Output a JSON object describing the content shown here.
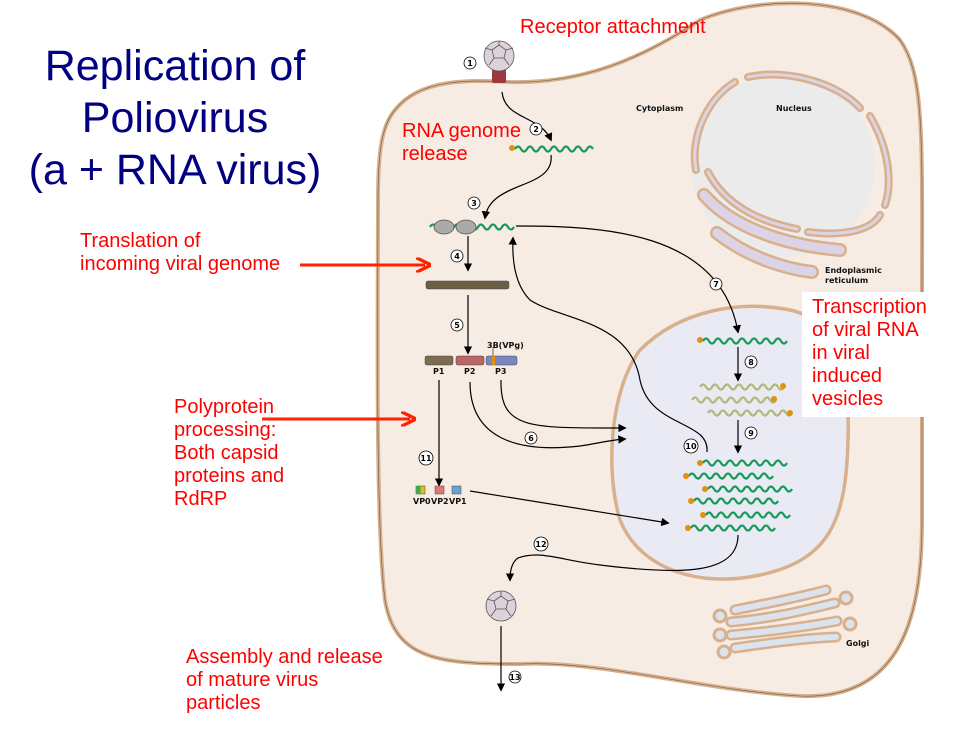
{
  "title": {
    "lines": [
      "Replication of",
      "Poliovirus",
      "(a + RNA virus)"
    ]
  },
  "annotations": {
    "receptor_attachment": "Receptor attachment",
    "rna_genome_release": [
      "RNA genome",
      "release"
    ],
    "translation": [
      "Translation of",
      "incoming viral genome"
    ],
    "polyprotein": [
      "Polyprotein",
      "processing:",
      "Both capsid",
      "proteins and",
      "RdRP"
    ],
    "transcription": [
      "Transcription",
      "of viral RNA",
      "in viral",
      "induced",
      "vesicles"
    ],
    "assembly": [
      "Assembly and release",
      "of mature virus",
      "particles"
    ]
  },
  "diagram_labels": {
    "cytoplasm": "Cytoplasm",
    "nucleus": "Nucleus",
    "er": [
      "Endoplasmic",
      "reticulum"
    ],
    "golgi": "Golgi",
    "vpg": "3B(VPg)",
    "p1": "P1",
    "p2": "P2",
    "p3": "P3",
    "vp0": "VP0",
    "vp2": "VP2",
    "vp1": "VP1"
  },
  "steps": [
    "1",
    "2",
    "3",
    "4",
    "5",
    "6",
    "7",
    "8",
    "9",
    "10",
    "11",
    "12",
    "13"
  ],
  "colors": {
    "title": "#000080",
    "annotation": "#ff0000",
    "cytoplasm": "#f6ece4",
    "membrane": "#d9b08c",
    "nucleus_fill": "#ebebeb",
    "er_fill": "#ddd3e6",
    "vesicle_fill": "#e9eaf3",
    "rna_positive": "#1a9a5a",
    "rna_negative": "#b3b87a",
    "vpg_cap": "#e0920a",
    "p1": "#7d6c52",
    "p2": "#b86666",
    "p3": "#7a86c0",
    "vp0": "#47a84a",
    "vp2": "#e07a70",
    "vp1": "#6aa3d0",
    "virion": "#ddd2dc",
    "receptor": "#9a3a3e"
  }
}
